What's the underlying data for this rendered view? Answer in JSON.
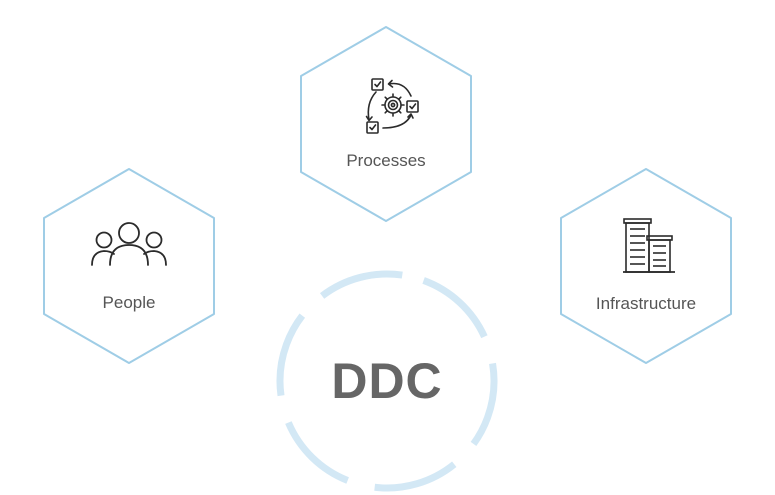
{
  "colors": {
    "hex_stroke": "#9fcde6",
    "ring_stroke": "#d3e8f5",
    "icon_stroke": "#2b2b2b",
    "label_text": "#555555",
    "center_text": "#666666"
  },
  "nodes": {
    "processes": {
      "label": "Processes",
      "icon": "process-cycle-icon"
    },
    "people": {
      "label": "People",
      "icon": "people-group-icon"
    },
    "infrastructure": {
      "label": "Infrastructure",
      "icon": "buildings-icon"
    }
  },
  "center": {
    "label": "DDC"
  }
}
